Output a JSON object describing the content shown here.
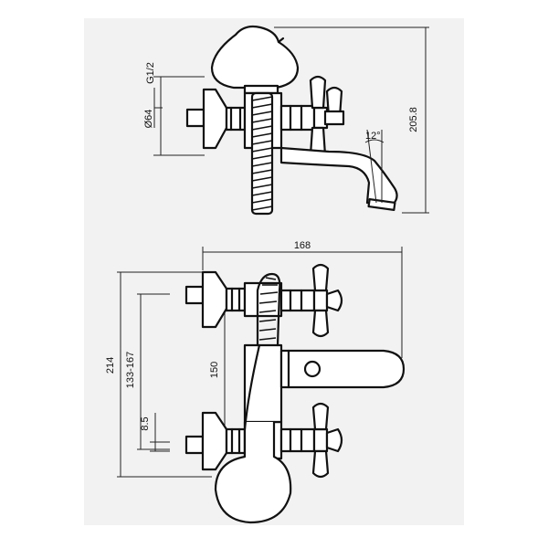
{
  "dimensions": {
    "thread": "G1/2",
    "flange_diameter": "Ø64",
    "overall_height": "205.8",
    "spout_angle": "12°",
    "overall_width": "168",
    "overall_length": "214",
    "centers_range": "133-167",
    "axis_distance": "150",
    "offset": "8.5"
  }
}
